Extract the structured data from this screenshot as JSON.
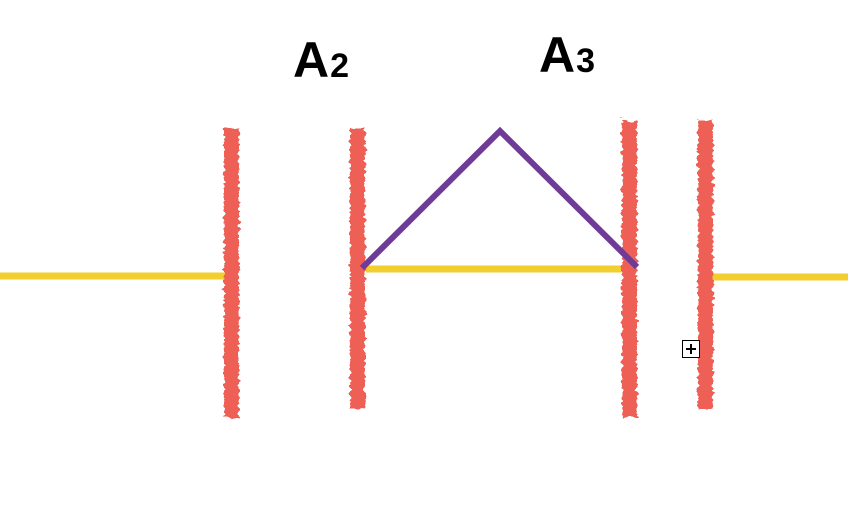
{
  "labels": {
    "a2": {
      "main": "A",
      "sub": "2"
    },
    "a3": {
      "main": "A",
      "sub": "3"
    }
  },
  "colors": {
    "barrier": "#ee5f57",
    "beam": "#f2cf2e",
    "path": "#6f3b97"
  },
  "icons": {
    "add": "plus-square-icon"
  }
}
